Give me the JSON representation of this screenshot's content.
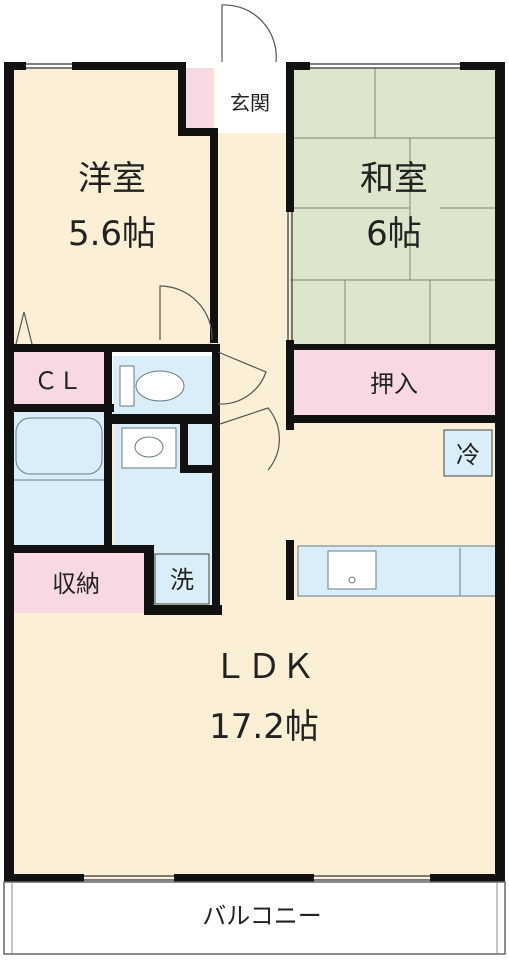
{
  "rooms": {
    "western": {
      "name": "洋室",
      "size": "5.6帖"
    },
    "japanese": {
      "name": "和室",
      "size": "6帖"
    },
    "entrance": {
      "name": "玄関"
    },
    "closet": {
      "name": "ＣＬ"
    },
    "oshiire": {
      "name": "押入"
    },
    "fridge": {
      "name": "冷"
    },
    "washer": {
      "name": "洗"
    },
    "storage": {
      "name": "収納"
    },
    "ldk": {
      "name": "ＬＤＫ",
      "size": "17.2帖"
    },
    "balcony": {
      "name": "バルコニー"
    }
  },
  "colors": {
    "wall": "#111111",
    "floor": "#fbefd5",
    "tatami": "#dde6cc",
    "wet_area": "#d9eef8",
    "storage": "#f8d9e2",
    "balcony": "#ffffff"
  }
}
